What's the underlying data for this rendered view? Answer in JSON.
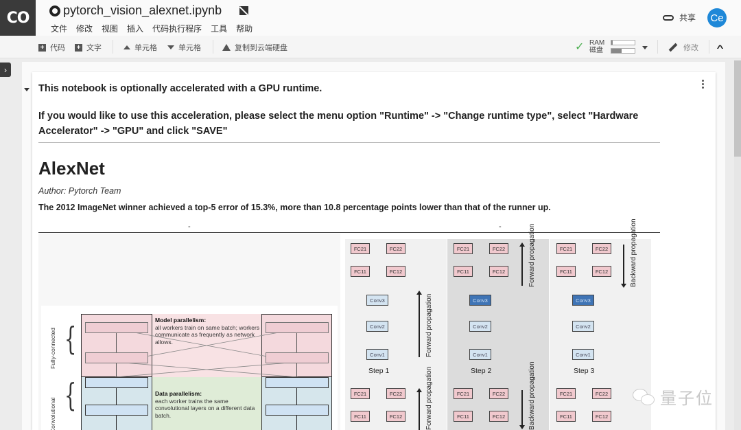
{
  "app": {
    "logo_text": "CO",
    "doc_title": "pytorch_vision_alexnet.ipynb",
    "menu": [
      "文件",
      "修改",
      "视图",
      "插入",
      "代码执行程序",
      "工具",
      "帮助"
    ],
    "share_label": "共享",
    "avatar_initials": "Ce"
  },
  "toolbar": {
    "add_code": "代码",
    "add_text": "文字",
    "cell_up": "单元格",
    "cell_down": "单元格",
    "copy_to_drive": "复制到云端硬盘",
    "ram_label": "RAM",
    "disk_label": "磁盘",
    "ram_usage_pct": 5,
    "disk_usage_pct": 45,
    "edit_label": "修改",
    "connected_icon": "✓",
    "collapse_icon": "^"
  },
  "sidebar": {
    "toggle_icon": "›"
  },
  "cell": {
    "intro_line": "This notebook is optionally accelerated with a GPU runtime.",
    "instructions": "If you would like to use this acceleration, please select the menu option \"Runtime\" -> \"Change runtime type\", select \"Hardware Accelerator\" -> \"GPU\" and click \"SAVE\"",
    "heading": "AlexNet",
    "author": "Author: Pytorch Team",
    "summary": "The 2012 ImageNet winner achieved a top-5 error of 15.3%, more than 10.8 percentage points lower than that of the runner up.",
    "table_header_left": "-",
    "table_header_right": "-"
  },
  "diagram_left": {
    "label_fc": "Fully-connected",
    "label_conv": "Convolutional",
    "model_parallel_title": "Model parallelism:",
    "model_parallel_text": "all workers train on same batch; workers communicate as frequently as network allows.",
    "data_parallel_title": "Data parallelism:",
    "data_parallel_text": "each worker trains the same convolutional layers on a different data batch."
  },
  "diagram_right": {
    "steps": [
      {
        "label": "Step 1",
        "prop": "Forward propagation",
        "direction": "up",
        "active_conv": false
      },
      {
        "label": "Step 2",
        "prop": "Forward propagation",
        "direction": "up",
        "active_conv": true
      },
      {
        "label": "Step 3",
        "prop": "Backward propagation",
        "direction": "down",
        "active_conv": true
      }
    ],
    "row2_props": [
      "Forward propagation",
      "Backward propagation"
    ],
    "nodes": {
      "fc21": "FC21",
      "fc22": "FC22",
      "fc11": "FC11",
      "fc12": "FC12",
      "conv3": "Conv3",
      "conv2": "Conv2",
      "conv1": "Conv1"
    }
  },
  "watermark": {
    "text": "量子位"
  }
}
